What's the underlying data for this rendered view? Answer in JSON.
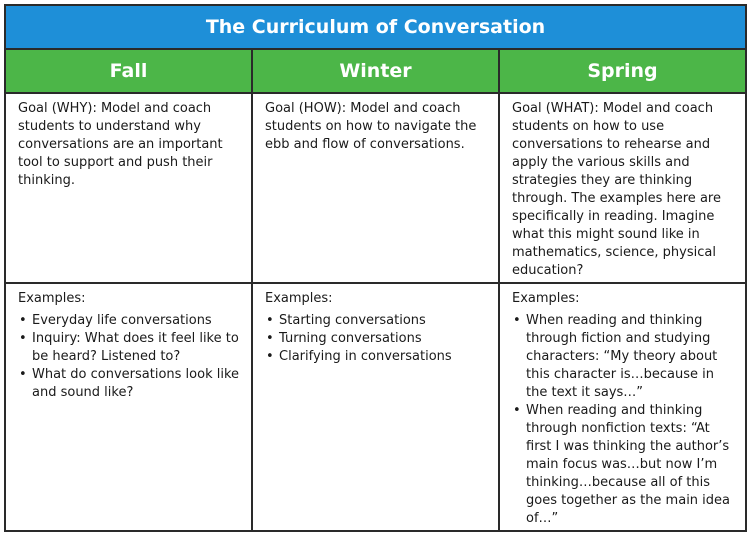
{
  "title": "The Curriculum of Conversation",
  "columns": [
    {
      "season": "Fall",
      "goal": "Goal (WHY): Model and coach students to understand why conversations are an important tool to support and push their thinking.",
      "examples_label": "Examples:",
      "examples": [
        "Everyday life conversations",
        "Inquiry: What does it feel like to be heard? Listened to?",
        "What do conversations look like and sound like?"
      ]
    },
    {
      "season": "Winter",
      "goal": "Goal (HOW): Model and coach students on how to navigate the ebb and flow of conversations.",
      "examples_label": "Examples:",
      "examples": [
        "Starting conversations",
        "Turning conversations",
        "Clarifying in conversations"
      ]
    },
    {
      "season": "Spring",
      "goal": "Goal (WHAT): Model and coach students on how to use conversations to rehearse and apply the various skills and strategies they are thinking through. The examples here are specifically in reading. Imagine what this might sound like in mathematics, science, physical education?",
      "examples_label": "Examples:",
      "examples": [
        "When reading and thinking through fiction and studying characters: “My theory about this character is…because in the text it says…”",
        "When reading and thinking through nonfiction texts: “At first I was thinking the author’s main focus was…but now I’m thinking…because all of this goes together as the main idea of…”"
      ]
    }
  ],
  "colors": {
    "title_bar": "#1e8fd8",
    "season_bar": "#4cb648",
    "border": "#2a2a2a"
  }
}
